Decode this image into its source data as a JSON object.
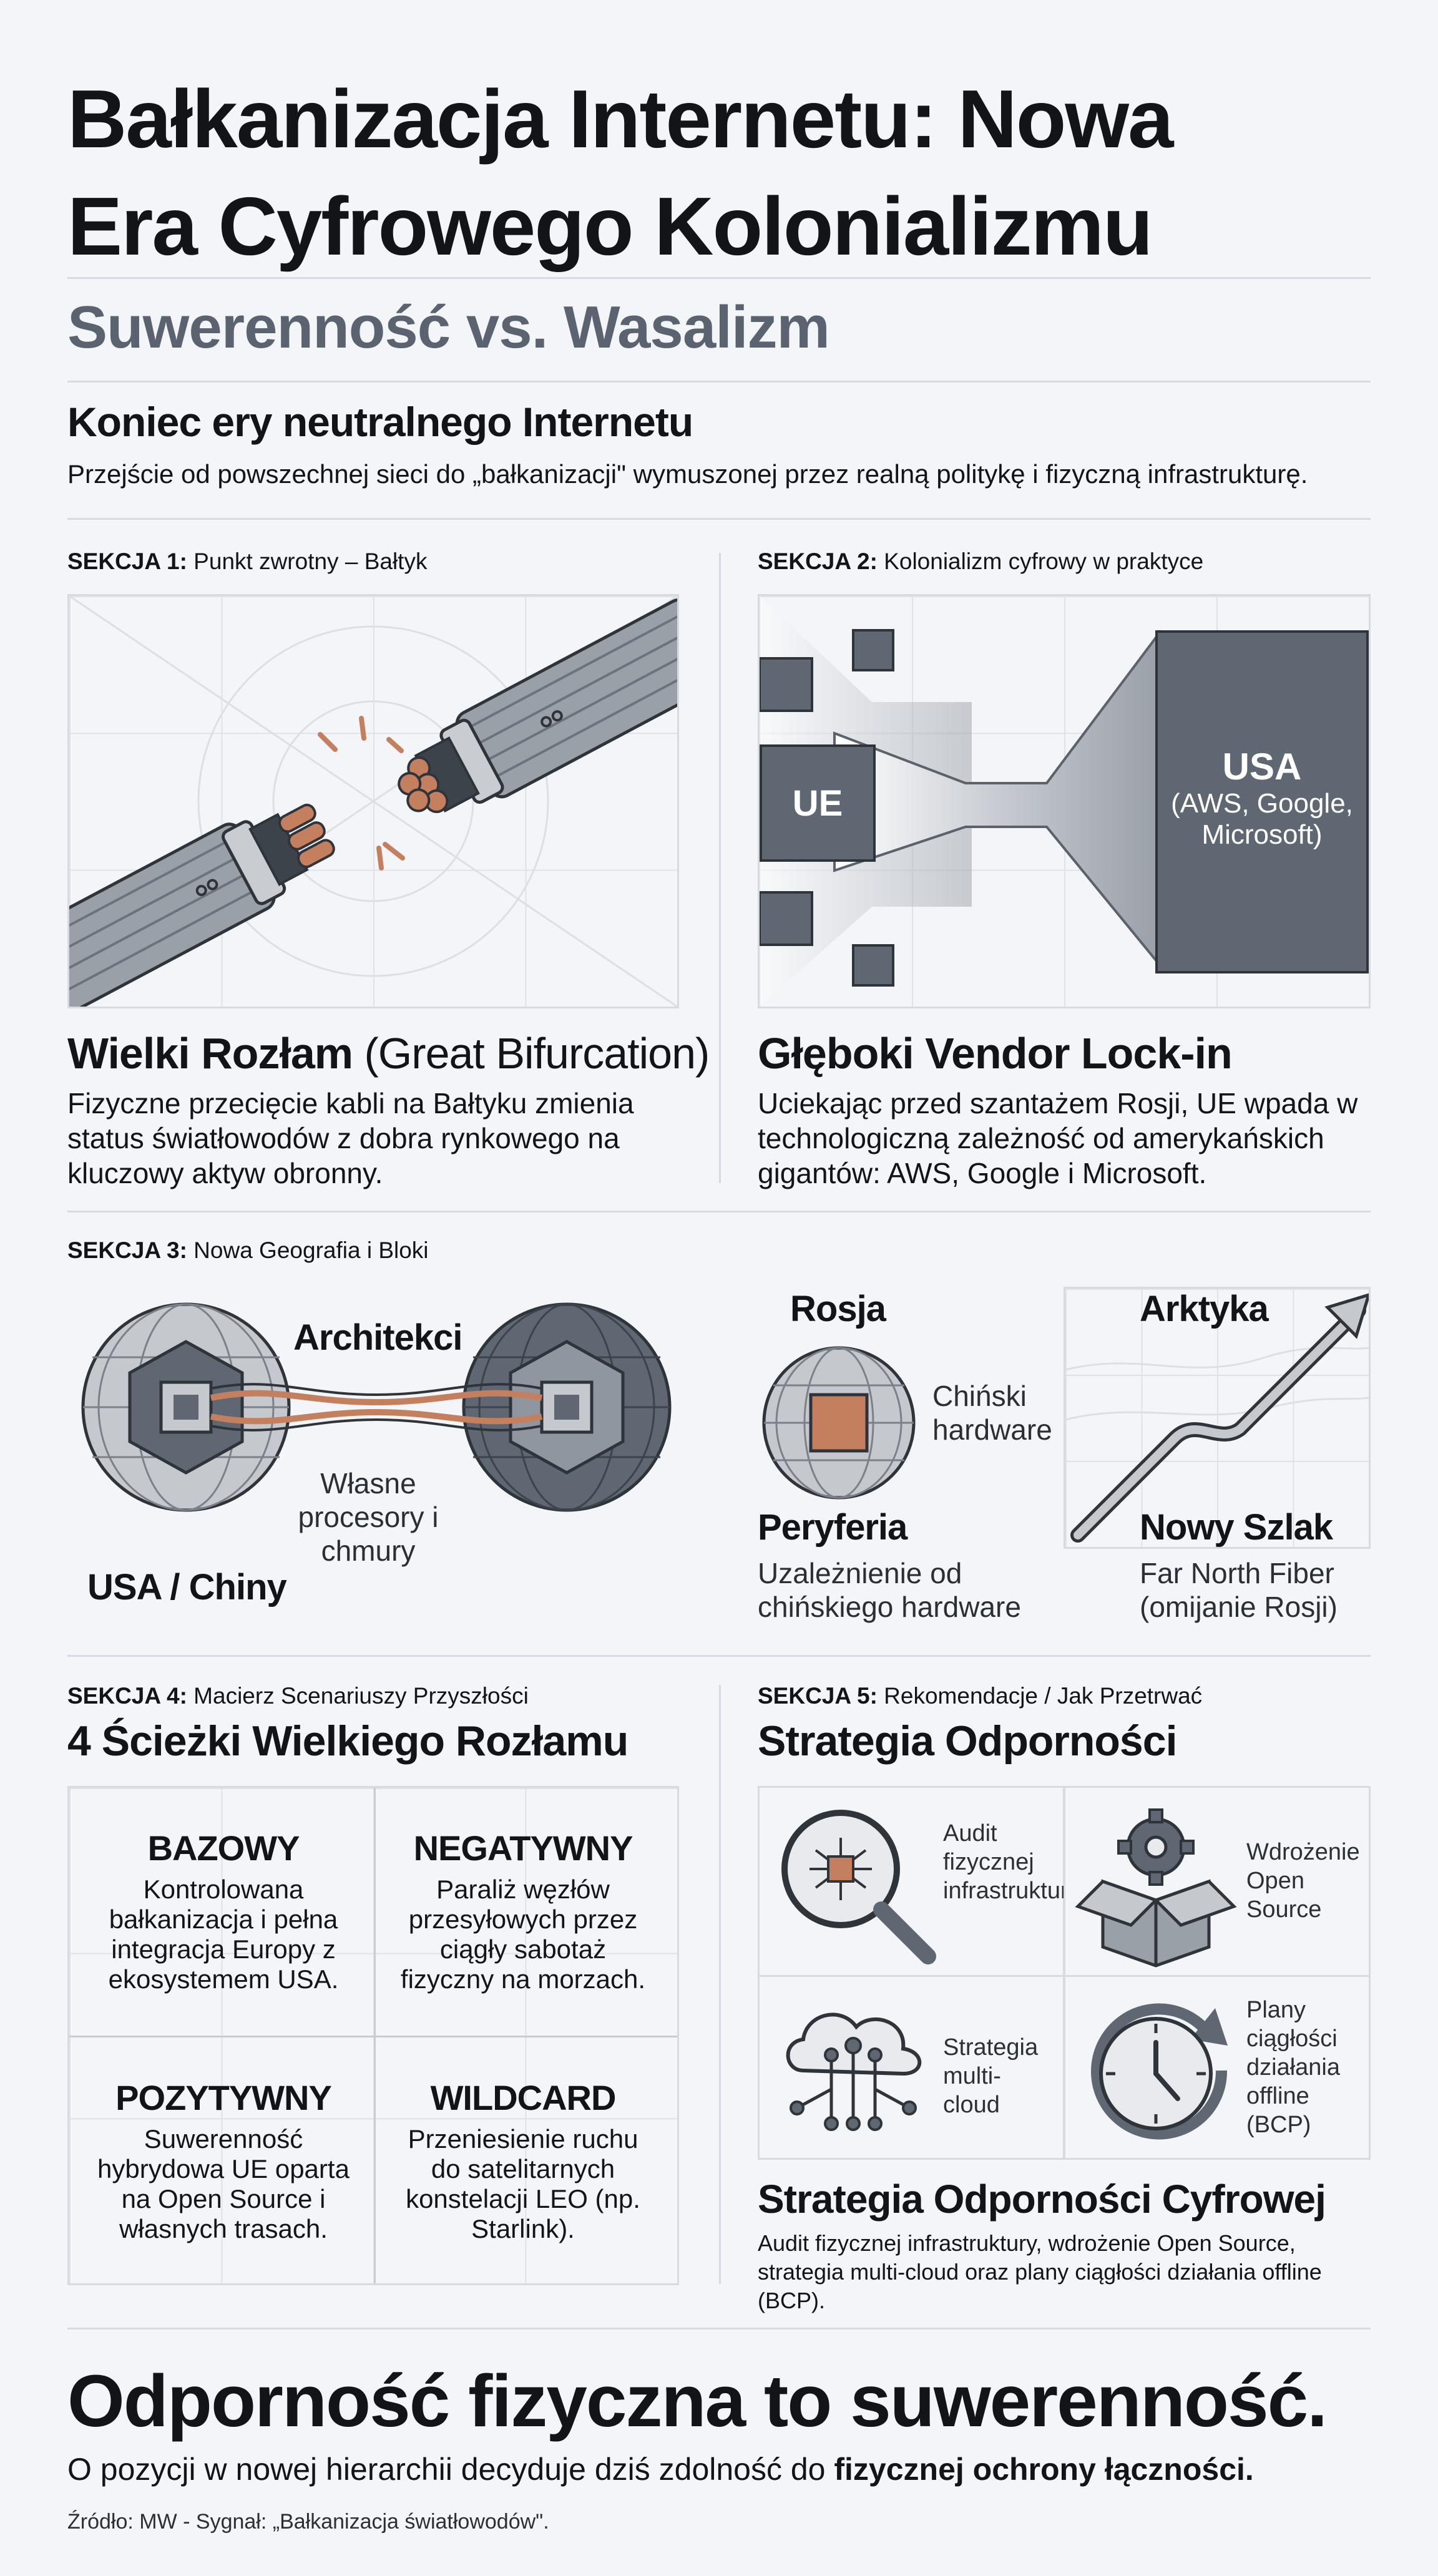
{
  "header": {
    "title_line1": "Bałkanizacja Internetu: Nowa",
    "title_line2": "Era Cyfrowego Kolonializmu",
    "subtitle": "Suwerenność vs. Wasalizm"
  },
  "intro": {
    "heading": "Koniec ery neutralnego Internetu",
    "text": "Przejście od powszechnej sieci do „bałkanizacji\" wymuszonej przez realną politykę i fizyczną infrastrukturę."
  },
  "section1": {
    "label_bold": "SEKCJA 1:",
    "label_rest": " Punkt zwrotny – Bałtyk",
    "heading_bold": "Wielki Rozłam",
    "heading_light": " (Great Bifurcation)",
    "text": "Fizyczne przecięcie kabli na Bałtyku zmienia status światłowodów z dobra rynkowego na kluczowy aktyw obronny.",
    "icon": "severed-cable-icon"
  },
  "section2": {
    "label_bold": "SEKCJA 2:",
    "label_rest": " Kolonializm cyfrowy w praktyce",
    "box_left": "UE",
    "box_right_title": "USA",
    "box_right_sub": "(AWS, Google, Microsoft)",
    "heading": "Głęboki Vendor Lock-in",
    "text": "Uciekając przed szantażem Rosji, UE wpada w technologiczną zależność od amerykańskich gigantów: AWS, Google i Microsoft."
  },
  "section3": {
    "label_bold": "SEKCJA 3:",
    "label_rest": " Nowa Geografia i Bloki",
    "architects": "Architekci",
    "own_chips": "Własne procesory i chmury",
    "usa_china": "USA / Chiny",
    "rosja": "Rosja",
    "chinese_hw": "Chiński hardware",
    "peryferia": "Peryferia",
    "peryferia_text": "Uzależnienie od chińskiego hardware",
    "arktyka": "Arktyka",
    "nowy_szlak": "Nowy Szlak",
    "nowy_szlak_text": "Far North Fiber (omijanie Rosji)"
  },
  "section4": {
    "label_bold": "SEKCJA 4:",
    "label_rest": " Macierz Scenariuszy Przyszłości",
    "heading": "4 Ścieżki Wielkiego Rozłamu",
    "scenarios": [
      {
        "title": "BAZOWY",
        "text": "Kontrolowana bałkanizacja i pełna integracja Europy z ekosystemem USA."
      },
      {
        "title": "NEGATYWNY",
        "text": "Paraliż węzłów przesyłowych przez ciągły sabotaż fizyczny na morzach."
      },
      {
        "title": "POZYTYWNY",
        "text": "Suwerenność hybrydowa UE oparta na Open Source i własnych trasach."
      },
      {
        "title": "WILDCARD",
        "text": "Przeniesienie ruchu do satelitarnych konstelacji LEO (np. Starlink)."
      }
    ]
  },
  "section5": {
    "label_bold": "SEKCJA 5:",
    "label_rest": " Rekomendacje / Jak Przetrwać",
    "heading": "Strategia Odporności",
    "items": [
      {
        "text": "Audit fizycznej infrastruktury",
        "icon": "magnifier-chip-icon"
      },
      {
        "text": "Wdrożenie Open Source",
        "icon": "open-box-gear-icon"
      },
      {
        "text": "Strategia multi-cloud",
        "icon": "cloud-network-icon"
      },
      {
        "text": "Plany ciągłości działania offline (BCP)",
        "icon": "clock-icon"
      }
    ],
    "sub_heading": "Strategia Odporności Cyfrowej",
    "sub_text": "Audit fizycznej infrastruktury, wdrożenie Open Source, strategia multi-cloud oraz plany ciągłości działania offline (BCP)."
  },
  "footer": {
    "headline": "Odporność fizyczna to suwerenność.",
    "text_plain": "O pozycji w nowej hierarchii decyduje dziś zdolność do ",
    "text_bold": "fizycznej ochrony łączności.",
    "source": "Źródło: MW - Sygnał: „Bałkanizacja światłowodów\"."
  },
  "colors": {
    "background": "#f4f5f8",
    "text": "#121417",
    "slate": "#5f6773",
    "copper": "#c47f5f",
    "grid": "#d7dae0"
  }
}
